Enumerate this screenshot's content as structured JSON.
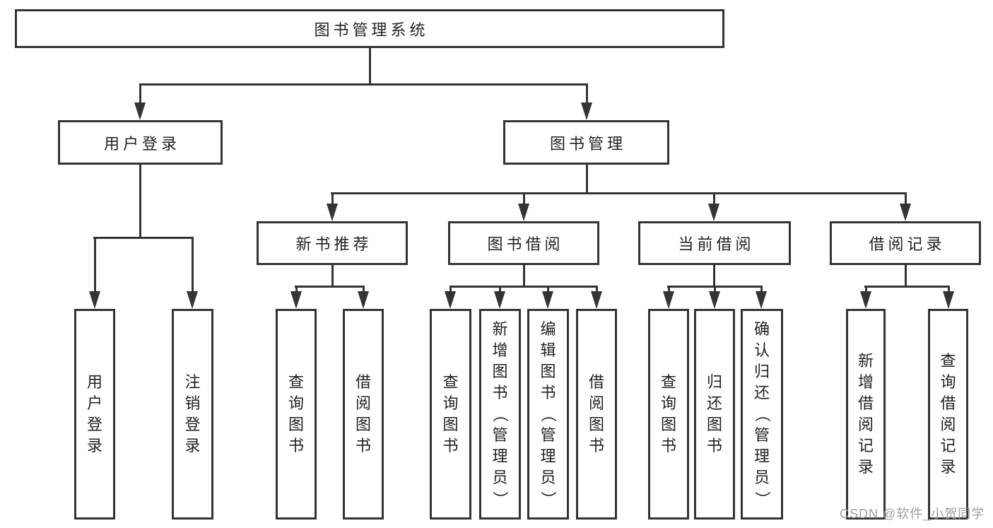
{
  "diagram": {
    "root": {
      "label": "图书管理系统"
    },
    "level2": [
      {
        "label": "用户登录",
        "parent": "图书管理系统"
      },
      {
        "label": "图书管理",
        "parent": "图书管理系统"
      }
    ],
    "level3": [
      {
        "label": "新书推荐",
        "parent": "图书管理"
      },
      {
        "label": "图书借阅",
        "parent": "图书管理"
      },
      {
        "label": "当前借阅",
        "parent": "图书管理"
      },
      {
        "label": "借阅记录",
        "parent": "图书管理"
      }
    ],
    "leaves": [
      {
        "label": "用户登录",
        "parent": "用户登录"
      },
      {
        "label": "注销登录",
        "parent": "用户登录"
      },
      {
        "label": "查询图书",
        "parent": "新书推荐"
      },
      {
        "label": "借阅图书",
        "parent": "新书推荐"
      },
      {
        "label": "查询图书",
        "parent": "图书借阅"
      },
      {
        "label": "新增图书（管理员）",
        "parent": "图书借阅"
      },
      {
        "label": "编辑图书（管理员）",
        "parent": "图书借阅"
      },
      {
        "label": "借阅图书",
        "parent": "图书借阅"
      },
      {
        "label": "查询图书",
        "parent": "当前借阅"
      },
      {
        "label": "归还图书",
        "parent": "当前借阅"
      },
      {
        "label": "确认归还（管理员）",
        "parent": "当前借阅"
      },
      {
        "label": "新增借阅记录",
        "parent": "借阅记录"
      },
      {
        "label": "查询借阅记录",
        "parent": "借阅记录"
      }
    ],
    "colors": {
      "line": "#343434",
      "text": "#222222",
      "background": "#ffffff"
    }
  },
  "watermark": {
    "text": "CSDN @软件_小贺同学",
    "color": "#9e9e9e"
  }
}
